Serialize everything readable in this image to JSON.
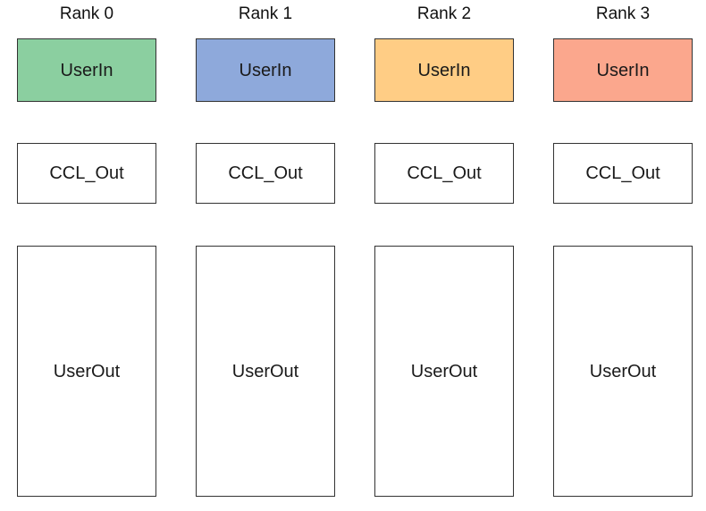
{
  "diagram": {
    "background_color": "#ffffff",
    "box_border_color": "#333333",
    "text_color": "#1a1a1a",
    "columns": [
      {
        "rank_label": "Rank 0",
        "user_in_label": "UserIn",
        "user_in_color": "#8bcfa0",
        "ccl_out_label": "CCL_Out",
        "user_out_label": "UserOut"
      },
      {
        "rank_label": "Rank 1",
        "user_in_label": "UserIn",
        "user_in_color": "#8ea9db",
        "ccl_out_label": "CCL_Out",
        "user_out_label": "UserOut"
      },
      {
        "rank_label": "Rank 2",
        "user_in_label": "UserIn",
        "user_in_color": "#ffcd85",
        "ccl_out_label": "CCL_Out",
        "user_out_label": "UserOut"
      },
      {
        "rank_label": "Rank 3",
        "user_in_label": "UserIn",
        "user_in_color": "#fba78d",
        "ccl_out_label": "CCL_Out",
        "user_out_label": "UserOut"
      }
    ]
  }
}
